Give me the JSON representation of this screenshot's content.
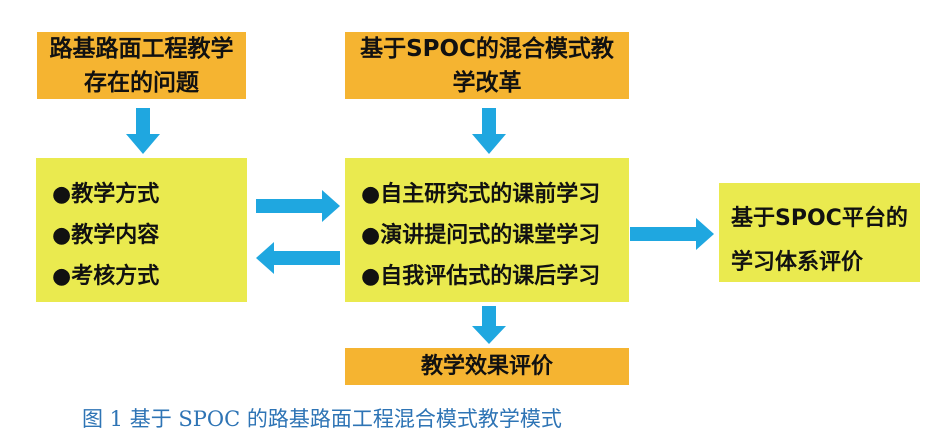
{
  "diagram": {
    "problems_box": {
      "text": "路基路面工程教学存在的问题"
    },
    "reform_box": {
      "text": "基于SPOC的混合模式教学改革"
    },
    "problem_items": [
      {
        "text": "●教学方式"
      },
      {
        "text": "●教学内容"
      },
      {
        "text": "●考核方式"
      }
    ],
    "learning_items": [
      {
        "text": "●自主研究式的课前学习"
      },
      {
        "text": "●演讲提问式的课堂学习"
      },
      {
        "text": "●自我评估式的课后学习"
      }
    ],
    "evaluation_box": {
      "text": "基于SPOC平台的学习体系评价"
    },
    "effect_box": {
      "text": "教学效果评价"
    },
    "colors": {
      "orange": "#f5b431",
      "yellow": "#eaea4f",
      "arrow": "#1fa7e0",
      "caption": "#2e74b5"
    }
  },
  "caption": {
    "text": "图 1 基于 SPOC 的路基路面工程混合模式教学模式"
  }
}
